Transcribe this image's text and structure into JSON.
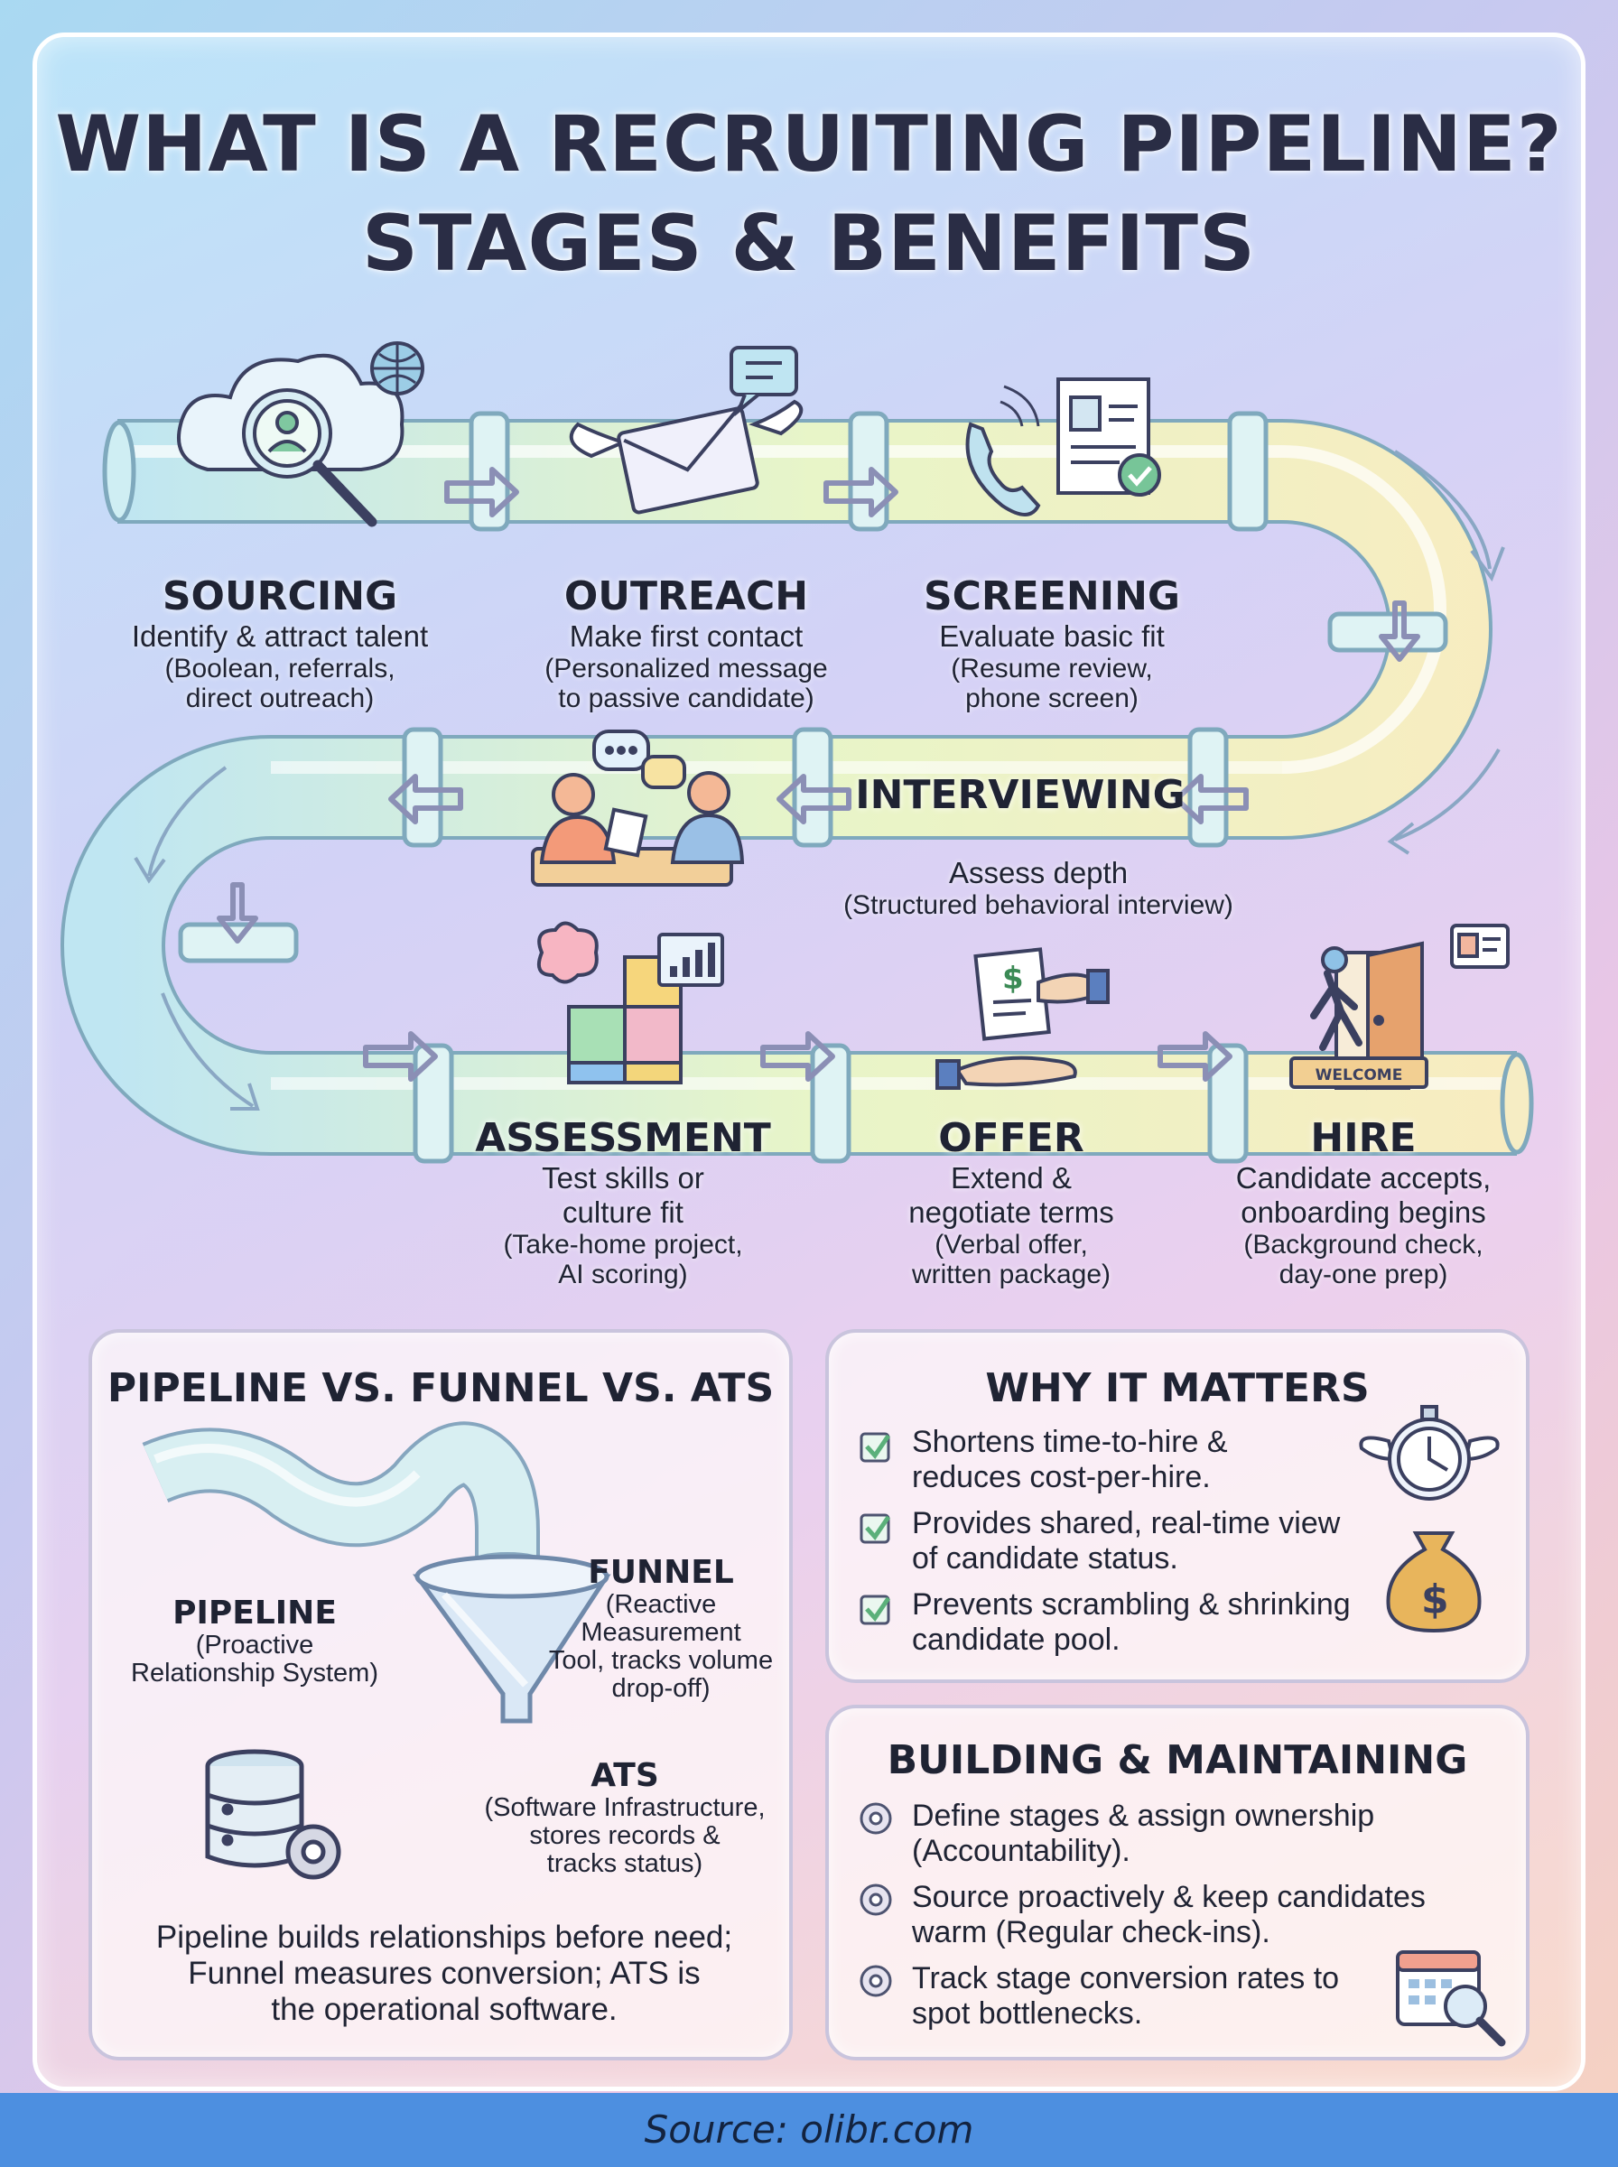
{
  "title": {
    "line1": "WHAT IS A RECRUITING PIPELINE?",
    "line2": "STAGES & BENEFITS"
  },
  "stages": [
    {
      "name": "SOURCING",
      "lines": [
        "Identify & attract talent",
        "(Boolean, referrals,",
        "direct outreach)"
      ],
      "icon": "search-people-cloud-icon"
    },
    {
      "name": "OUTREACH",
      "lines": [
        "Make first contact",
        "(Personalized message",
        "to passive candidate)"
      ],
      "icon": "winged-envelope-icon"
    },
    {
      "name": "SCREENING",
      "lines": [
        "Evaluate basic fit",
        "(Resume review,",
        "phone screen)"
      ],
      "icon": "phone-resume-icon"
    },
    {
      "name": "INTERVIEWING",
      "lines": [
        "Assess depth",
        "(Structured behavioral interview)"
      ],
      "icon": "interview-people-icon"
    },
    {
      "name": "ASSESSMENT",
      "lines": [
        "Test skills or",
        "culture fit",
        "(Take-home project,",
        "AI scoring)"
      ],
      "icon": "puzzle-brain-icon"
    },
    {
      "name": "OFFER",
      "lines": [
        "Extend &",
        "negotiate terms",
        "(Verbal offer,",
        "written package)"
      ],
      "icon": "offer-document-hand-icon"
    },
    {
      "name": "HIRE",
      "lines": [
        "Candidate accepts,",
        "onboarding begins",
        "(Background check,",
        "day-one prep)"
      ],
      "icon": "walking-door-icon"
    }
  ],
  "welcome_mat": "WELCOME",
  "comparison": {
    "title": "PIPELINE VS. FUNNEL VS. ATS",
    "pipeline": {
      "name": "PIPELINE",
      "lines": [
        "(Proactive",
        "Relationship System)"
      ]
    },
    "funnel": {
      "name": "FUNNEL",
      "lines": [
        "(Reactive",
        "Measurement",
        "Tool, tracks volume",
        "drop-off)"
      ]
    },
    "ats": {
      "name": "ATS",
      "lines": [
        "(Software Infrastructure,",
        "stores records &",
        "tracks status)"
      ]
    },
    "summary": [
      "Pipeline builds relationships before need;",
      "Funnel measures conversion; ATS is",
      "the operational software."
    ]
  },
  "why": {
    "title": "WHY IT MATTERS",
    "items": [
      [
        "Shortens time-to-hire &",
        "reduces cost-per-hire."
      ],
      [
        "Provides shared, real-time view",
        "of candidate status."
      ],
      [
        "Prevents scrambling & shrinking",
        "candidate pool."
      ]
    ]
  },
  "building": {
    "title": "BUILDING & MAINTAINING",
    "items": [
      [
        "Define stages & assign ownership",
        "(Accountability)."
      ],
      [
        "Source proactively & keep candidates",
        "warm (Regular check-ins)."
      ],
      [
        "Track stage conversion rates to",
        "spot bottlenecks."
      ]
    ]
  },
  "source": "Source: olibr.com",
  "colors": {
    "pipe_blue": "#bfe6ee",
    "pipe_yellow": "#f3f0b5",
    "pipe_outline": "#8fb5c6",
    "check_green": "#5bb07a",
    "source_bar": "#4d8fe0"
  }
}
